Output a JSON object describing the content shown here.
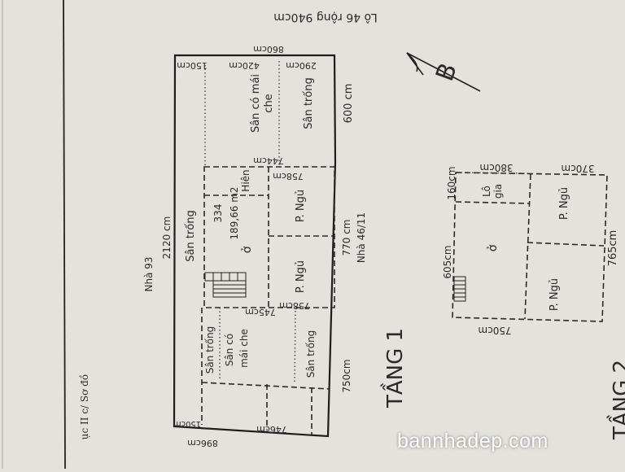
{
  "header": {
    "lot": "Lô 46 rộng 940cm",
    "appendix": "ục II c/ Sơ đồ"
  },
  "neighbors": {
    "left": "Nhà 93",
    "right": "Nhà 46/11"
  },
  "floor1": {
    "title": "TẦNG 1",
    "dims": {
      "top": "860cm",
      "top_a": "150cm",
      "top_b": "420cm",
      "top_c": "290cm",
      "right_top": "600 cm",
      "length": "2120 cm",
      "mid_a": "744cm",
      "mid_b": "758cm",
      "right_mid": "770 cm",
      "low_a": "745cm",
      "low_b": "758cm",
      "right_low": "750cm",
      "bottom": "896cm",
      "bottom_a": "746cm",
      "bottom_b": "150cm"
    },
    "rooms": {
      "covered_yard_1": "Sân có mái",
      "covered_yard_1b": "che",
      "open_yard_1": "Sân trống",
      "porch": "Hiên",
      "area_num": "334",
      "area_den": "189,66 m2",
      "living": "ở",
      "bedroom_1": "P. Ngủ",
      "bedroom_2": "P. Ngủ",
      "open_yard_2": "Sân trống",
      "open_yard_3": "Sân trống",
      "covered_yard_2": "Sân có",
      "covered_yard_2b": "mái che",
      "open_yard_4": "Sân trống"
    }
  },
  "floor2": {
    "title": "TẦNG 2",
    "dims": {
      "top_a": "380cm",
      "top_b": "370cm",
      "left_a": "160cm",
      "left_b": "605cm",
      "right": "765cm",
      "bottom": "750cm"
    },
    "rooms": {
      "loggia": "Lô",
      "loggia_b": "gia",
      "living": "ở",
      "bedroom_1": "P. Ngủ",
      "bedroom_2": "P. Ngủ"
    }
  },
  "compass": {
    "label": "B"
  },
  "watermark": "bannhadep.com"
}
